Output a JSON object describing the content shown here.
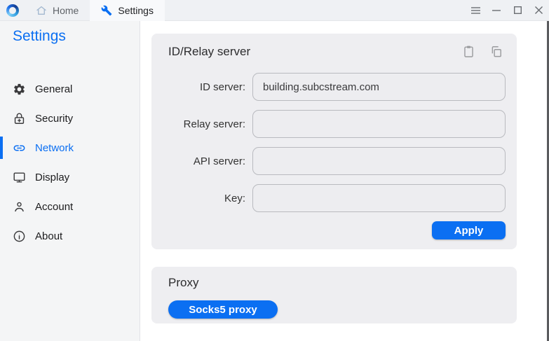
{
  "titlebar": {
    "tabs": [
      {
        "label": "Home",
        "icon": "home-icon"
      },
      {
        "label": "Settings",
        "icon": "wrench-icon",
        "active": true
      }
    ],
    "window_controls": [
      {
        "name": "menu-icon"
      },
      {
        "name": "minimize-icon"
      },
      {
        "name": "maximize-icon"
      },
      {
        "name": "close-icon"
      }
    ]
  },
  "sidebar": {
    "title": "Settings",
    "items": [
      {
        "label": "General",
        "icon": "gear-icon",
        "active": false
      },
      {
        "label": "Security",
        "icon": "lock-icon",
        "active": false
      },
      {
        "label": "Network",
        "icon": "link-icon",
        "active": true
      },
      {
        "label": "Display",
        "icon": "monitor-icon",
        "active": false
      },
      {
        "label": "Account",
        "icon": "person-icon",
        "active": false
      },
      {
        "label": "About",
        "icon": "info-icon",
        "active": false
      }
    ]
  },
  "main": {
    "id_relay_card": {
      "title": "ID/Relay server",
      "header_icons": [
        {
          "name": "paste-icon"
        },
        {
          "name": "copy-icon"
        }
      ],
      "fields": [
        {
          "label": "ID server:",
          "value": "building.subcstream.com"
        },
        {
          "label": "Relay server:",
          "value": ""
        },
        {
          "label": "API server:",
          "value": ""
        },
        {
          "label": "Key:",
          "value": ""
        }
      ],
      "apply_label": "Apply"
    },
    "proxy_card": {
      "title": "Proxy",
      "socks5_label": "Socks5 proxy"
    }
  },
  "colors": {
    "accent_blue": "#0b6ff2",
    "titlebar_bg": "#eff1f4",
    "sidebar_bg": "#f4f5f6",
    "card_bg": "#eeeef1",
    "scrollbar": "#5a5b5e"
  }
}
